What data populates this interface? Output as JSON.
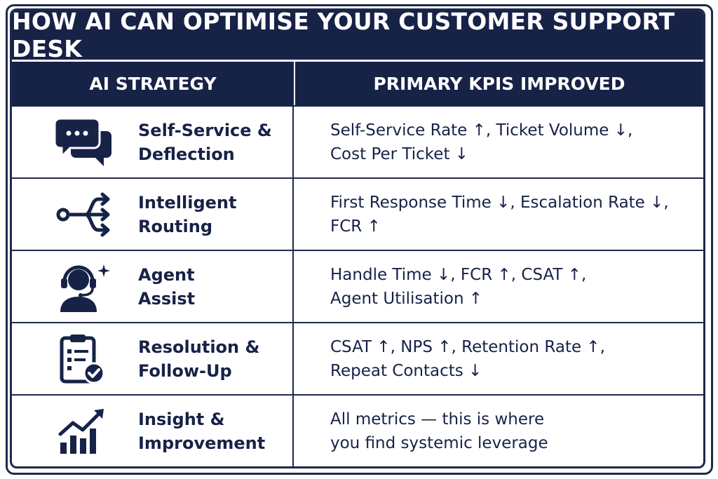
{
  "title": "HOW AI CAN OPTIMISE YOUR CUSTOMER SUPPORT DESK",
  "headers": {
    "strategy": "AI STRATEGY",
    "kpis": "PRIMARY KPIS IMPROVED"
  },
  "rows": [
    {
      "icon": "chat-bubbles-icon",
      "strategy_line1": "Self-Service &",
      "strategy_line2": "Deflection",
      "kpi_line1": "Self-Service Rate ↑, Ticket Volume ↓,",
      "kpi_line2": "Cost Per Ticket ↓"
    },
    {
      "icon": "routing-arrows-icon",
      "strategy_line1": "Intelligent",
      "strategy_line2": "Routing",
      "kpi_line1": "First Response Time ↓,  Escalation Rate ↓,",
      "kpi_line2": "FCR ↑"
    },
    {
      "icon": "agent-headset-icon",
      "strategy_line1": "Agent",
      "strategy_line2": "Assist",
      "kpi_line1": "Handle Time ↓, FCR ↑, CSAT ↑,",
      "kpi_line2": "Agent Utilisation ↑"
    },
    {
      "icon": "clipboard-check-icon",
      "strategy_line1": "Resolution &",
      "strategy_line2": "Follow-Up",
      "kpi_line1": "CSAT ↑, NPS ↑, Retention Rate ↑,",
      "kpi_line2": "Repeat Contacts ↓"
    },
    {
      "icon": "growth-chart-icon",
      "strategy_line1": "Insight &",
      "strategy_line2": "Improvement",
      "kpi_line1": "All metrics — this is where",
      "kpi_line2": "you find systemic leverage"
    }
  ],
  "colors": {
    "navy": "#172247",
    "white": "#ffffff"
  }
}
